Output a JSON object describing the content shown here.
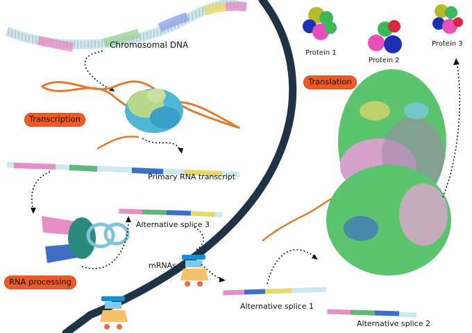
{
  "labels": {
    "chromosomal_dna": "Chromosomal DNA",
    "primary_rna": "Primary RNA transcript",
    "alt_splice_3": "Alternative splice 3",
    "mrnas": "mRNAs",
    "alt_splice_1": "Alternative splice 1",
    "alt_splice_2": "Alternative splice 2",
    "protein_1": "Protein 1",
    "protein_2": "Protein 2",
    "protein_3": "Protein 3"
  },
  "steps": {
    "transcription": "Transcription",
    "rna_processing": "RNA processing",
    "translation": "Translation"
  },
  "colors": {
    "nuclear_envelope": "#1f3347",
    "step_pill": "#f05a24",
    "rna_strand": "#e07a2c",
    "ribosome": "#5cc46e",
    "pore_blue": "#1a8fd0",
    "pore_orange": "#f7a44a"
  }
}
